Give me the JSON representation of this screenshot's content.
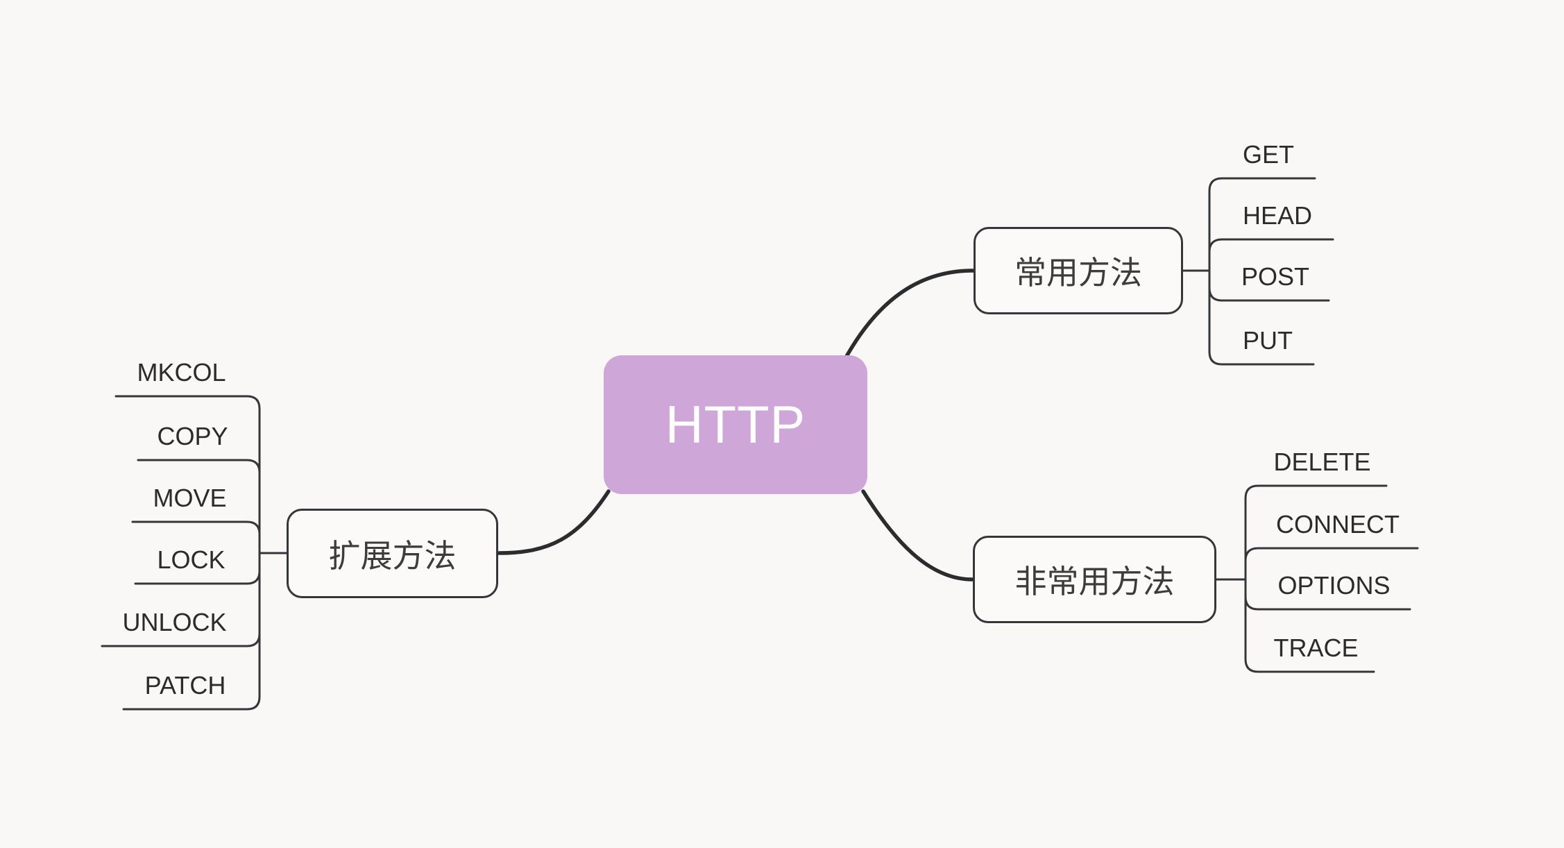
{
  "mindmap": {
    "root": {
      "label": "HTTP"
    },
    "branches": [
      {
        "label": "常用方法",
        "children": [
          {
            "label": "GET"
          },
          {
            "label": "HEAD"
          },
          {
            "label": "POST"
          },
          {
            "label": "PUT"
          }
        ]
      },
      {
        "label": "非常用方法",
        "children": [
          {
            "label": "DELETE"
          },
          {
            "label": "CONNECT"
          },
          {
            "label": "OPTIONS"
          },
          {
            "label": "TRACE"
          }
        ]
      },
      {
        "label": "扩展方法",
        "children": [
          {
            "label": "MKCOL"
          },
          {
            "label": "COPY"
          },
          {
            "label": "MOVE"
          },
          {
            "label": "LOCK"
          },
          {
            "label": "UNLOCK"
          },
          {
            "label": "PATCH"
          }
        ]
      }
    ],
    "colors": {
      "background": "#FAF8F6",
      "root_fill": "#CFA6D8",
      "root_text": "#FFFFFF",
      "line": "#35363A",
      "thick_line": "#2B2C2E",
      "text": "#2B2B2B"
    }
  }
}
